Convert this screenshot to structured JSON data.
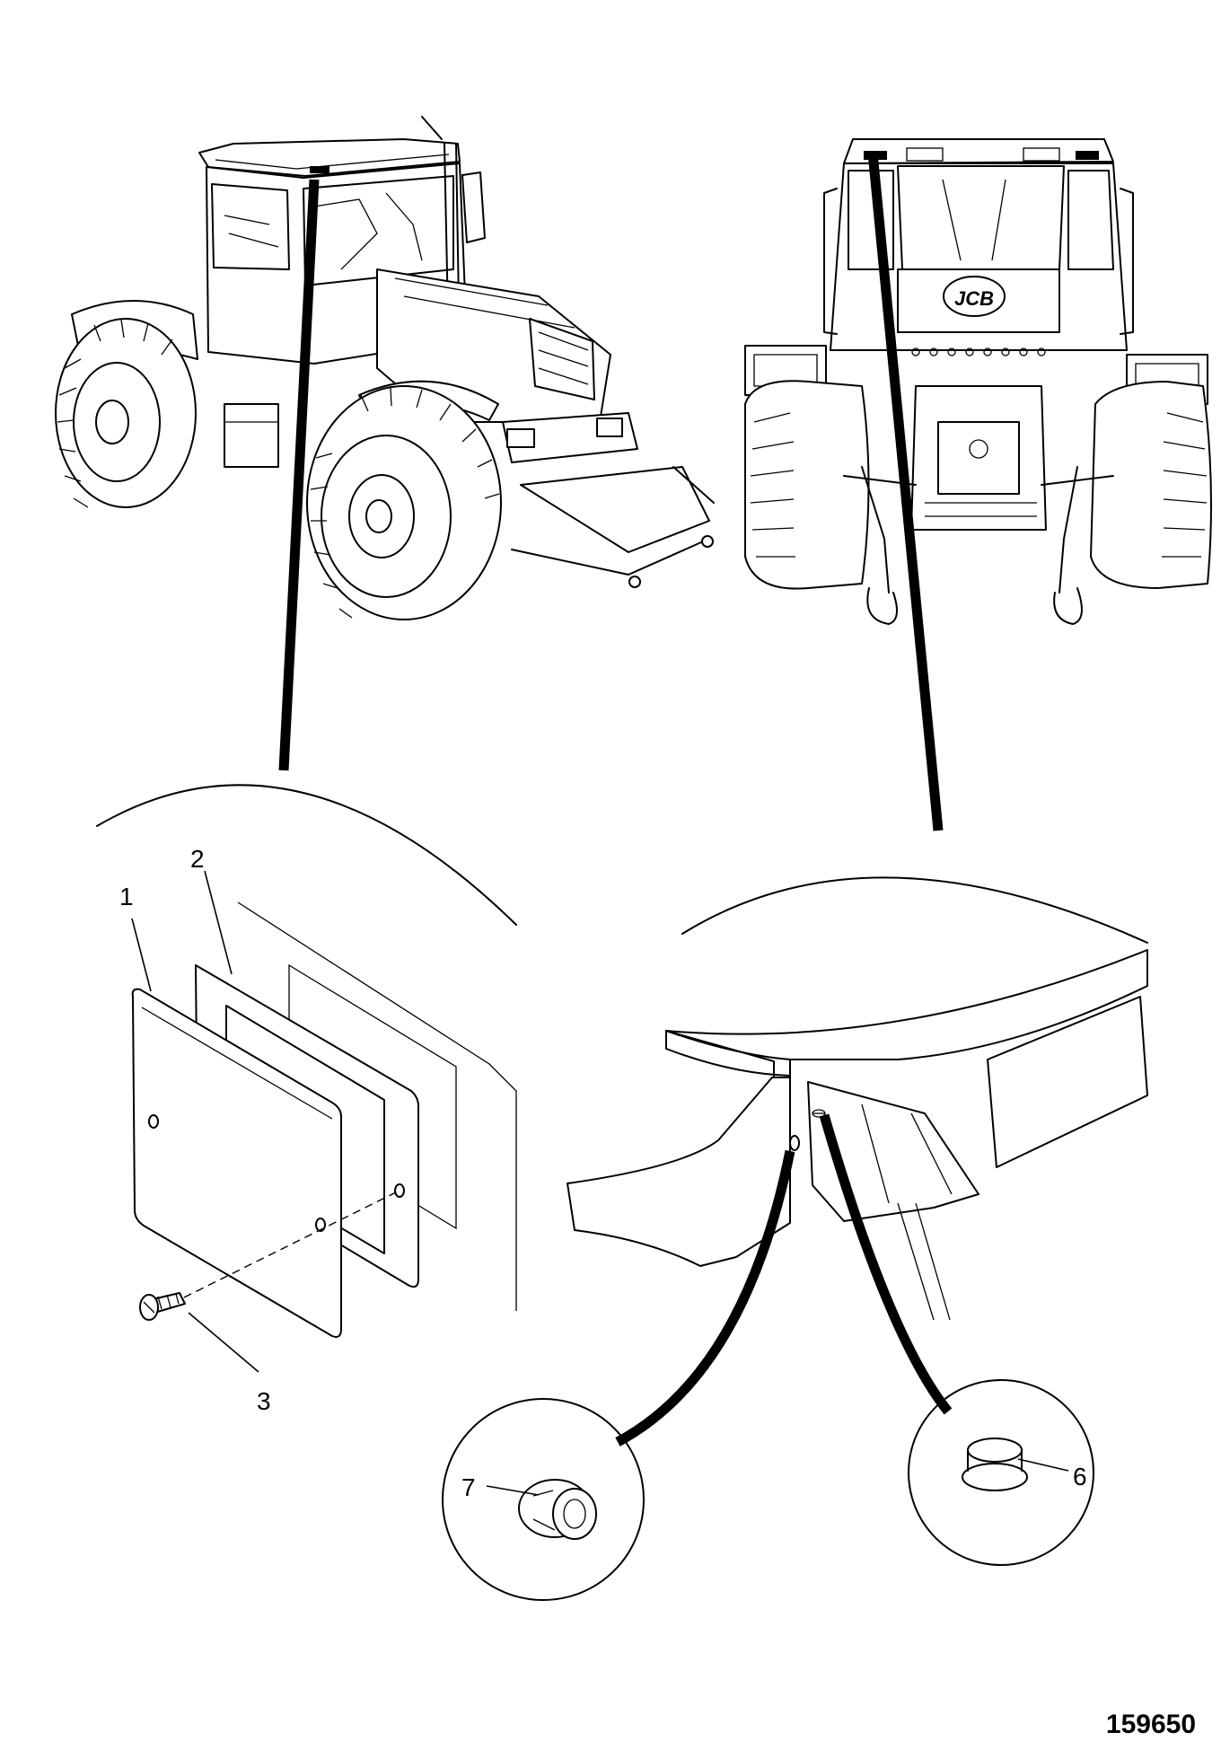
{
  "figure": {
    "drawing_number": "159650",
    "callouts": [
      {
        "id": "part-1",
        "label": "1"
      },
      {
        "id": "part-2",
        "label": "2"
      },
      {
        "id": "part-3",
        "label": "3"
      },
      {
        "id": "part-6",
        "label": "6"
      },
      {
        "id": "part-7",
        "label": "7"
      }
    ],
    "badge_text": "JCB"
  }
}
